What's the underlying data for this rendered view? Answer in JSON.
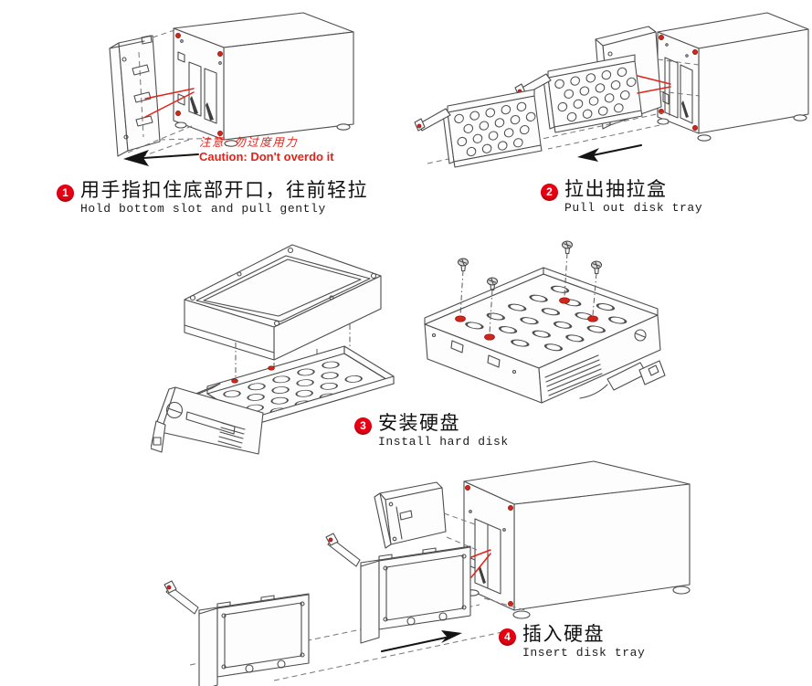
{
  "colors": {
    "accent_red": "#e2231a",
    "badge_red": "#e60012",
    "line_gray": "#4d4d4d"
  },
  "caution": {
    "zh": "注意: 勿过度用力",
    "en": "Caution: Don't overdo it"
  },
  "steps": [
    {
      "num": "1",
      "zh": "用手指扣住底部开口，往前轻拉",
      "en": "Hold bottom slot and pull gently"
    },
    {
      "num": "2",
      "zh": "拉出抽拉盒",
      "en": "Pull out disk tray"
    },
    {
      "num": "3",
      "zh": "安装硬盘",
      "en": "Install hard disk"
    },
    {
      "num": "4",
      "zh": "插入硬盘",
      "en": "Insert disk tray"
    }
  ],
  "figures": [
    {
      "name": "open-front-door-illustration"
    },
    {
      "name": "pull-out-tray-illustration"
    },
    {
      "name": "install-disk-illustration"
    },
    {
      "name": "insert-tray-illustration"
    }
  ]
}
